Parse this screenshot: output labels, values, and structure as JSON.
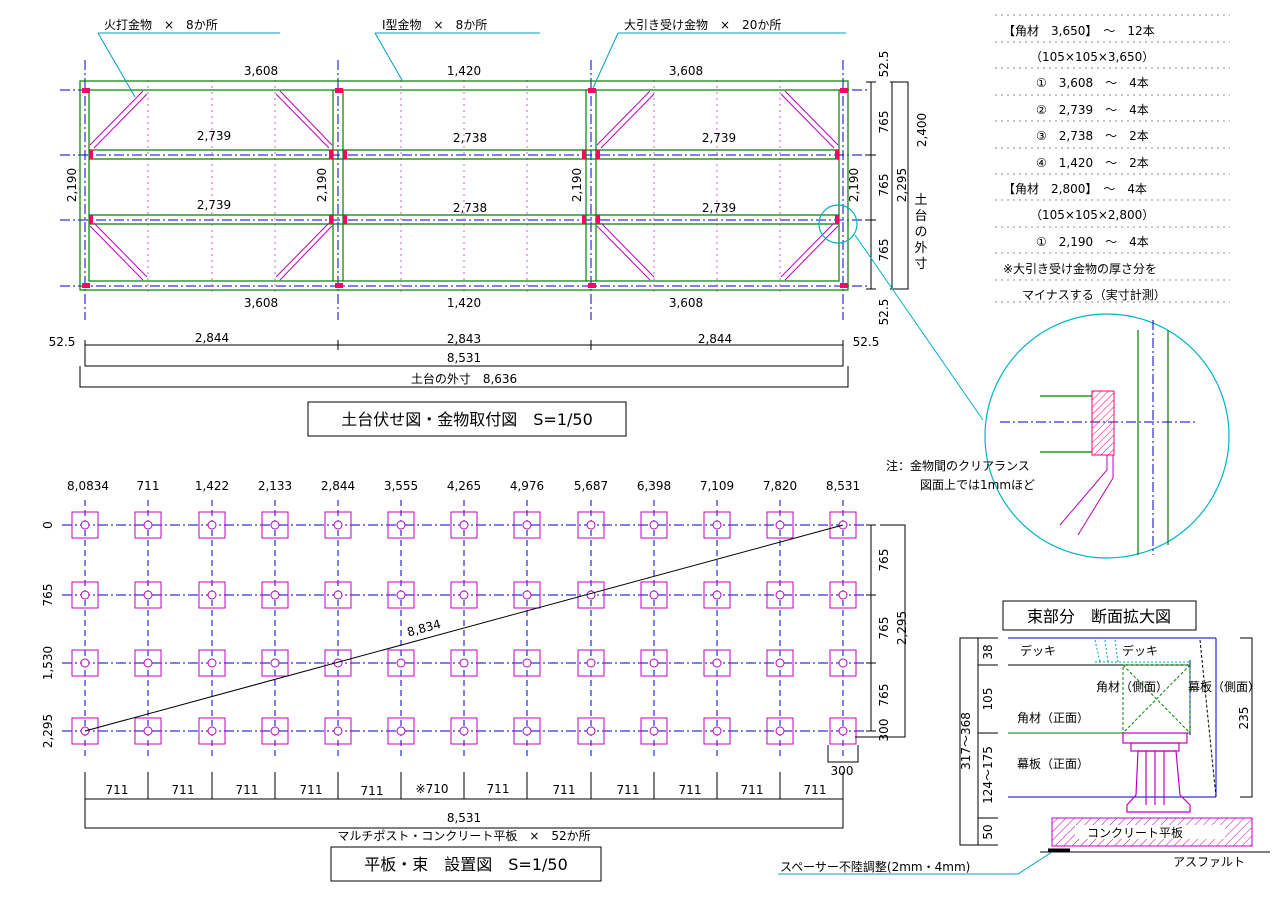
{
  "colors": {
    "frame": "#008000",
    "centerline": "#0000c8",
    "metal": "#ff0066",
    "brace": "#c000c0",
    "dim": "#000000",
    "leader": "#00a0c0",
    "detail_circle": "#00b4c8",
    "post": "#c000c0"
  },
  "plan1": {
    "title": "土台伏せ図・金物取付図　S=1/50",
    "callouts": [
      "火打金物　×　8か所",
      "I型金物　×　8か所",
      "大引き受け金物　×　20か所"
    ],
    "top_lengths": [
      "3,608",
      "1,420",
      "3,608"
    ],
    "mid_lengths_1": [
      "2,739",
      "2,738",
      "2,739"
    ],
    "mid_lengths_2": [
      "2,739",
      "2,738",
      "2,739"
    ],
    "bottom_lengths": [
      "3,608",
      "1,420",
      "3,608"
    ],
    "vertical_lengths": [
      "2,190",
      "2,190",
      "2,190",
      "2,190"
    ],
    "right_dims": [
      "52.5",
      "765",
      "765",
      "765",
      "52.5"
    ],
    "right_total": "2,295",
    "right_outer": "2,400",
    "right_outer_label": "土台の外寸",
    "bottom_dims": [
      "52.5",
      "2,844",
      "2,843",
      "2,844",
      "52.5"
    ],
    "bottom_total": "8,531",
    "bottom_outer": "土台の外寸　8,636"
  },
  "materials": [
    "【角材　3,650】　～　12本",
    "（105×105×3,650）",
    "①　3,608　～　4本",
    "②　2,739　～　4本",
    "③　2,738　～　2本",
    "④　1,420　～　2本",
    "【角材　2,800】　～　4本",
    "（105×105×2,800）",
    "①　2,190　～　4本",
    "※大引き受け金物の厚さ分を",
    "マイナスする（実寸計測）"
  ],
  "detail_note": [
    "注：金物間のクリアランス",
    "図面上では1mmほど"
  ],
  "plan2": {
    "title": "平板・束　設置図　S=1/50",
    "x_labels": [
      "8,0834",
      "711",
      "1,422",
      "2,133",
      "2,844",
      "3,555",
      "4,265",
      "4,976",
      "5,687",
      "6,398",
      "7,109",
      "7,820",
      "8,531"
    ],
    "y_labels": [
      "0",
      "765",
      "1,530",
      "2,295"
    ],
    "diagonal": "8,834",
    "right_dims": [
      "765",
      "765",
      "765",
      "300"
    ],
    "right_total": "2,295",
    "bottom_dims": [
      "711",
      "711",
      "711",
      "711",
      "711",
      "※710",
      "711",
      "711",
      "711",
      "711",
      "711",
      "711"
    ],
    "bottom_extra": "300",
    "bottom_total": "8,531",
    "bottom_note": "マルチポスト・コンクリート平板　×　52か所"
  },
  "section": {
    "title": "束部分　断面拡大図",
    "labels": [
      "デッキ",
      "デッキ",
      "角材（側面）",
      "幕板（側面）",
      "角材（正面）",
      "幕板（正面）",
      "コンクリート平板",
      "アスファルト"
    ],
    "left_dims": [
      "38",
      "105",
      "124～175",
      "50"
    ],
    "left_total": "317～368",
    "right_dim": "235",
    "spacer_note": "スペーサー不陸調整(2mm・4mm)"
  }
}
